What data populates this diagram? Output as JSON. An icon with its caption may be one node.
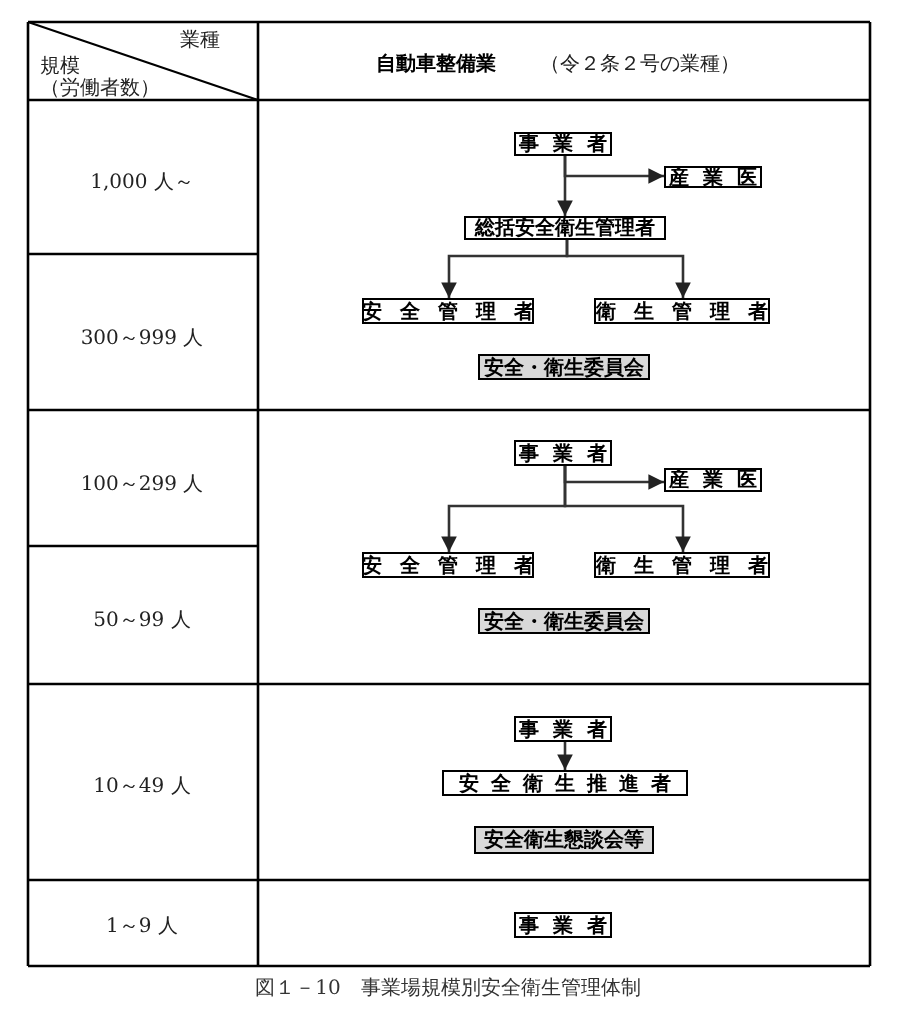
{
  "diagram": {
    "caption": "図１－10　事業場規模別安全衛生管理体制",
    "nodes": [
      {
        "text": [
          "事業者"
        ]
      },
      {
        "text": [
          "産業医"
        ]
      },
      {
        "text": [
          "総括安全衛生管理者"
        ]
      },
      {
        "text": [
          "安全管理者"
        ]
      },
      {
        "text": [
          "衛生管理者"
        ]
      },
      {
        "text": [
          "安全・衛生委員会"
        ]
      },
      {
        "text": [
          "事業者"
        ]
      },
      {
        "text": [
          "産業医"
        ]
      },
      {
        "text": [
          "安全管理者"
        ]
      },
      {
        "text": [
          "衛生管理者"
        ]
      },
      {
        "text": [
          "安全・衛生委員会"
        ]
      },
      {
        "text": [
          "事業者"
        ]
      },
      {
        "text": [
          "安全衛生推進者"
        ]
      },
      {
        "text": [
          "安全衛生懇談会等"
        ]
      },
      {
        "text": [
          "事業者"
        ]
      }
    ],
    "edges": [
      {
        "from": 0,
        "to": 1,
        "arrow": "to"
      },
      {
        "from": 0,
        "to": 2,
        "arrow": "to"
      },
      {
        "from": 2,
        "to": 3,
        "arrow": "to"
      },
      {
        "from": 2,
        "to": 4,
        "arrow": "to"
      },
      {
        "from": 6,
        "to": 7,
        "arrow": "to"
      },
      {
        "from": 6,
        "to": 8,
        "arrow": "to"
      },
      {
        "from": 6,
        "to": 9,
        "arrow": "to"
      },
      {
        "from": 11,
        "to": 12,
        "arrow": "to"
      }
    ],
    "labels": [
      "業種",
      "規模",
      "（労働者数）",
      "自動車整備業",
      "（令２条２号の業種）",
      "1,000 人～",
      "300～999 人",
      "100～299 人",
      "50～99 人",
      "10～49 人",
      "1～9 人"
    ]
  }
}
